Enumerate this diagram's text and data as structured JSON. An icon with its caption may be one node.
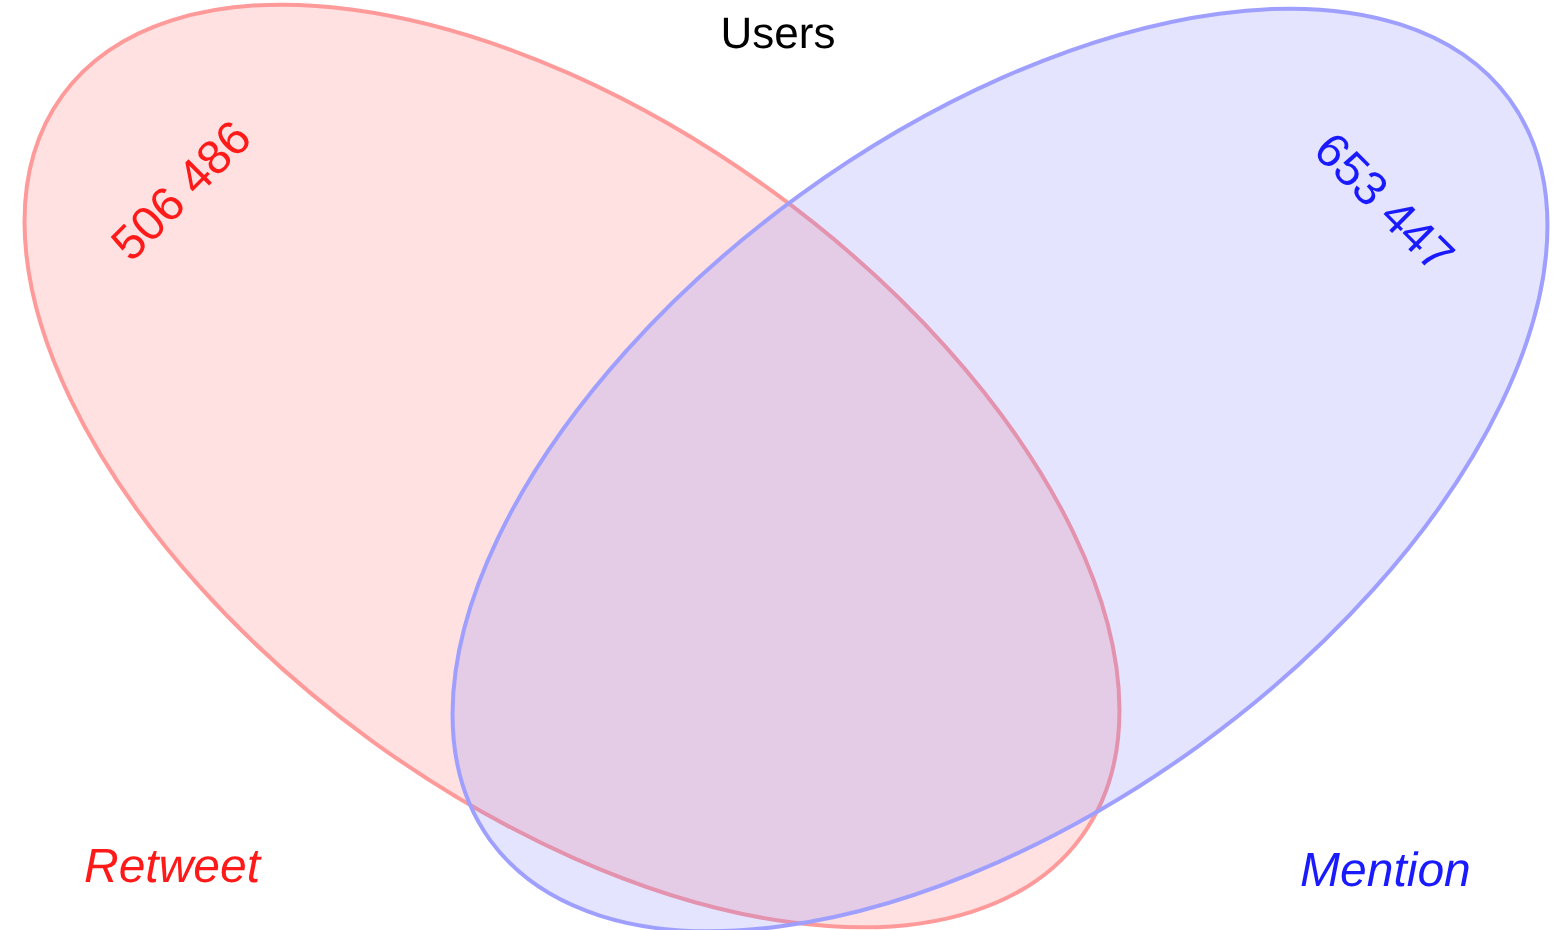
{
  "diagram": {
    "title": "Users",
    "nodes": [
      {
        "text": [
          "Retweet",
          "506 486"
        ]
      },
      {
        "text": [
          "Mention",
          "653 447"
        ]
      }
    ],
    "edges": []
  }
}
